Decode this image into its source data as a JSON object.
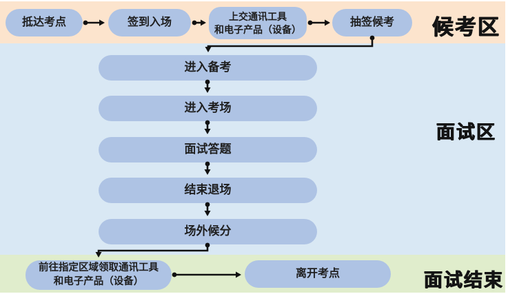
{
  "zones": {
    "waiting": {
      "label": "候考区"
    },
    "interview": {
      "label": "面试区"
    },
    "end": {
      "label": "面试结束"
    }
  },
  "nodes": {
    "arrive": {
      "label": "抵达考点"
    },
    "checkin": {
      "label": "签到入场"
    },
    "handin": {
      "label": "上交通讯工具\n和电子产品（设备）"
    },
    "draw": {
      "label": "抽签候考"
    },
    "prep": {
      "label": "进入备考"
    },
    "enter_room": {
      "label": "进入考场"
    },
    "answer": {
      "label": "面试答题"
    },
    "exit": {
      "label": "结束退场"
    },
    "wait_score": {
      "label": "场外候分"
    },
    "collect": {
      "label": "前往指定区域领取通讯工具\n和电子产品（设备）"
    },
    "leave": {
      "label": "离开考点"
    }
  },
  "colors": {
    "zone-waiting-bg": "#fce4cd",
    "zone-interview-bg": "#d9e8f4",
    "zone-end-bg": "#e0edcc",
    "node-bg": "#aec3e4",
    "node-text": "#1f1f1f",
    "label-text": "#141414",
    "arrow": "#111111",
    "page-bg": "#ffffff"
  }
}
